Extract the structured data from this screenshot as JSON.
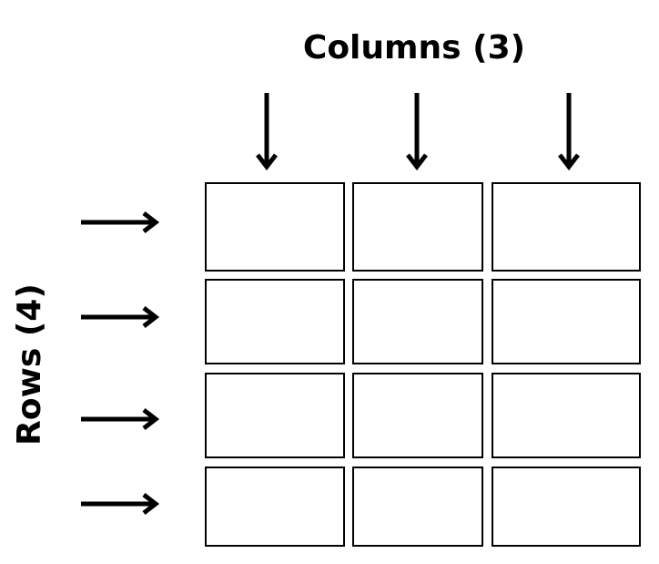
{
  "diagram": {
    "columns_label": "Columns (3)",
    "rows_label": "Rows (4)",
    "grid": {
      "rows": 4,
      "columns": 3
    },
    "colors": {
      "stroke": "#000000",
      "background": "#ffffff"
    },
    "icons": {
      "column_marker": "arrow-down-icon",
      "row_marker": "arrow-right-icon"
    }
  }
}
